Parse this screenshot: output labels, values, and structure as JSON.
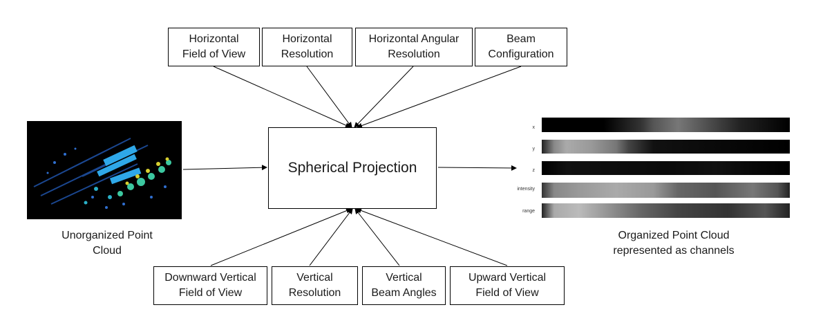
{
  "top_params": [
    {
      "label": "Horizontal\nField of View"
    },
    {
      "label": "Horizontal\nResolution"
    },
    {
      "label": "Horizontal Angular\nResolution"
    },
    {
      "label": "Beam\nConfiguration"
    }
  ],
  "bottom_params": [
    {
      "label": "Downward Vertical\nField of View"
    },
    {
      "label": "Vertical\nResolution"
    },
    {
      "label": "Vertical\nBeam Angles"
    },
    {
      "label": "Upward Vertical\nField of View"
    }
  ],
  "center": {
    "label": "Spherical Projection"
  },
  "input": {
    "caption": "Unorganized Point\nCloud"
  },
  "output": {
    "caption": "Organized Point Cloud\nrepresented as channels",
    "channels": [
      "x",
      "y",
      "z",
      "intensity",
      "range"
    ]
  }
}
